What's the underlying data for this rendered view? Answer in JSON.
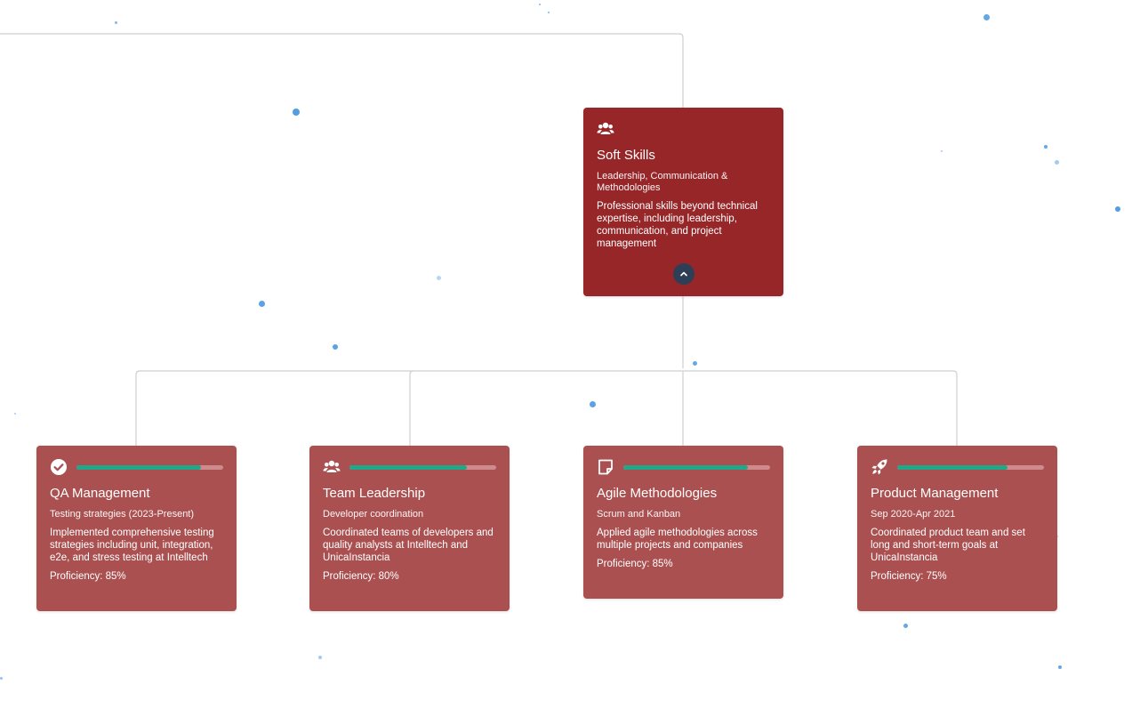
{
  "tree": {
    "root": {
      "icon": "users-icon",
      "title": "Soft Skills",
      "subtitle": "Leadership, Communication & Methodologies",
      "description": "Professional skills beyond technical expertise, including leadership, communication, and project management",
      "collapse_icon": "chevron-up-icon"
    },
    "children": [
      {
        "icon": "check-circle-icon",
        "title": "QA Management",
        "subtitle": "Testing strategies (2023-Present)",
        "description": "Implemented comprehensive testing strategies including unit, integration, e2e, and stress testing at Intelltech",
        "proficiency_label": "Proficiency: 85%",
        "proficiency": 0.85
      },
      {
        "icon": "users-icon",
        "title": "Team Leadership",
        "subtitle": "Developer coordination",
        "description": "Coordinated teams of developers and quality analysts at Intelltech and UnicaInstancia",
        "proficiency_label": "Proficiency: 80%",
        "proficiency": 0.8
      },
      {
        "icon": "sticky-note-icon",
        "title": "Agile Methodologies",
        "subtitle": "Scrum and Kanban",
        "description": "Applied agile methodologies across multiple projects and companies",
        "proficiency_label": "Proficiency: 85%",
        "proficiency": 0.85
      },
      {
        "icon": "rocket-icon",
        "title": "Product Management",
        "subtitle": "Sep 2020-Apr 2021",
        "description": "Coordinated product team and set long and short-term goals at UnicaInstancia",
        "proficiency_label": "Proficiency: 75%",
        "proficiency": 0.75
      }
    ]
  },
  "colors": {
    "parent_card": "#962628",
    "child_card": "#ab5050",
    "progress_fill": "#1fa98a",
    "progress_track": "#cf8b8b",
    "connector": "#cfcfcf",
    "particle": "#4a98e0",
    "collapse_button": "#2f3e57"
  }
}
